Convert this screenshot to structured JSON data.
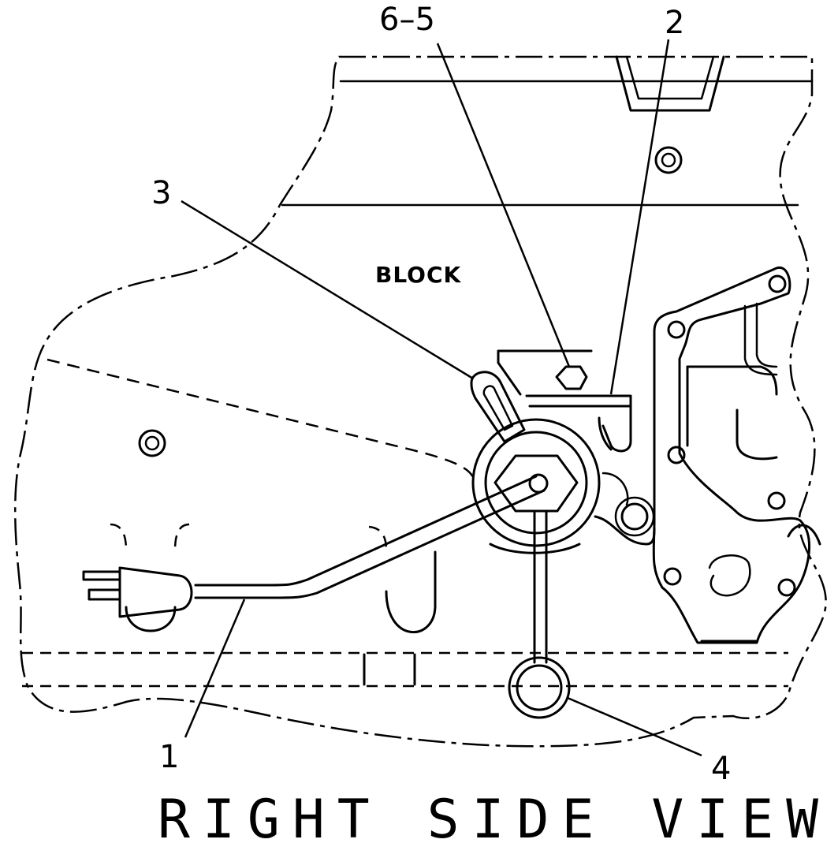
{
  "diagram": {
    "view_title": "RIGHT SIDE VIEW",
    "block_label": "BLOCK",
    "callouts": {
      "c1": "1",
      "c2": "2",
      "c3": "3",
      "c4": "4",
      "c65": "6–5"
    },
    "colors": {
      "ink": "#000000",
      "paper": "#ffffff"
    }
  }
}
